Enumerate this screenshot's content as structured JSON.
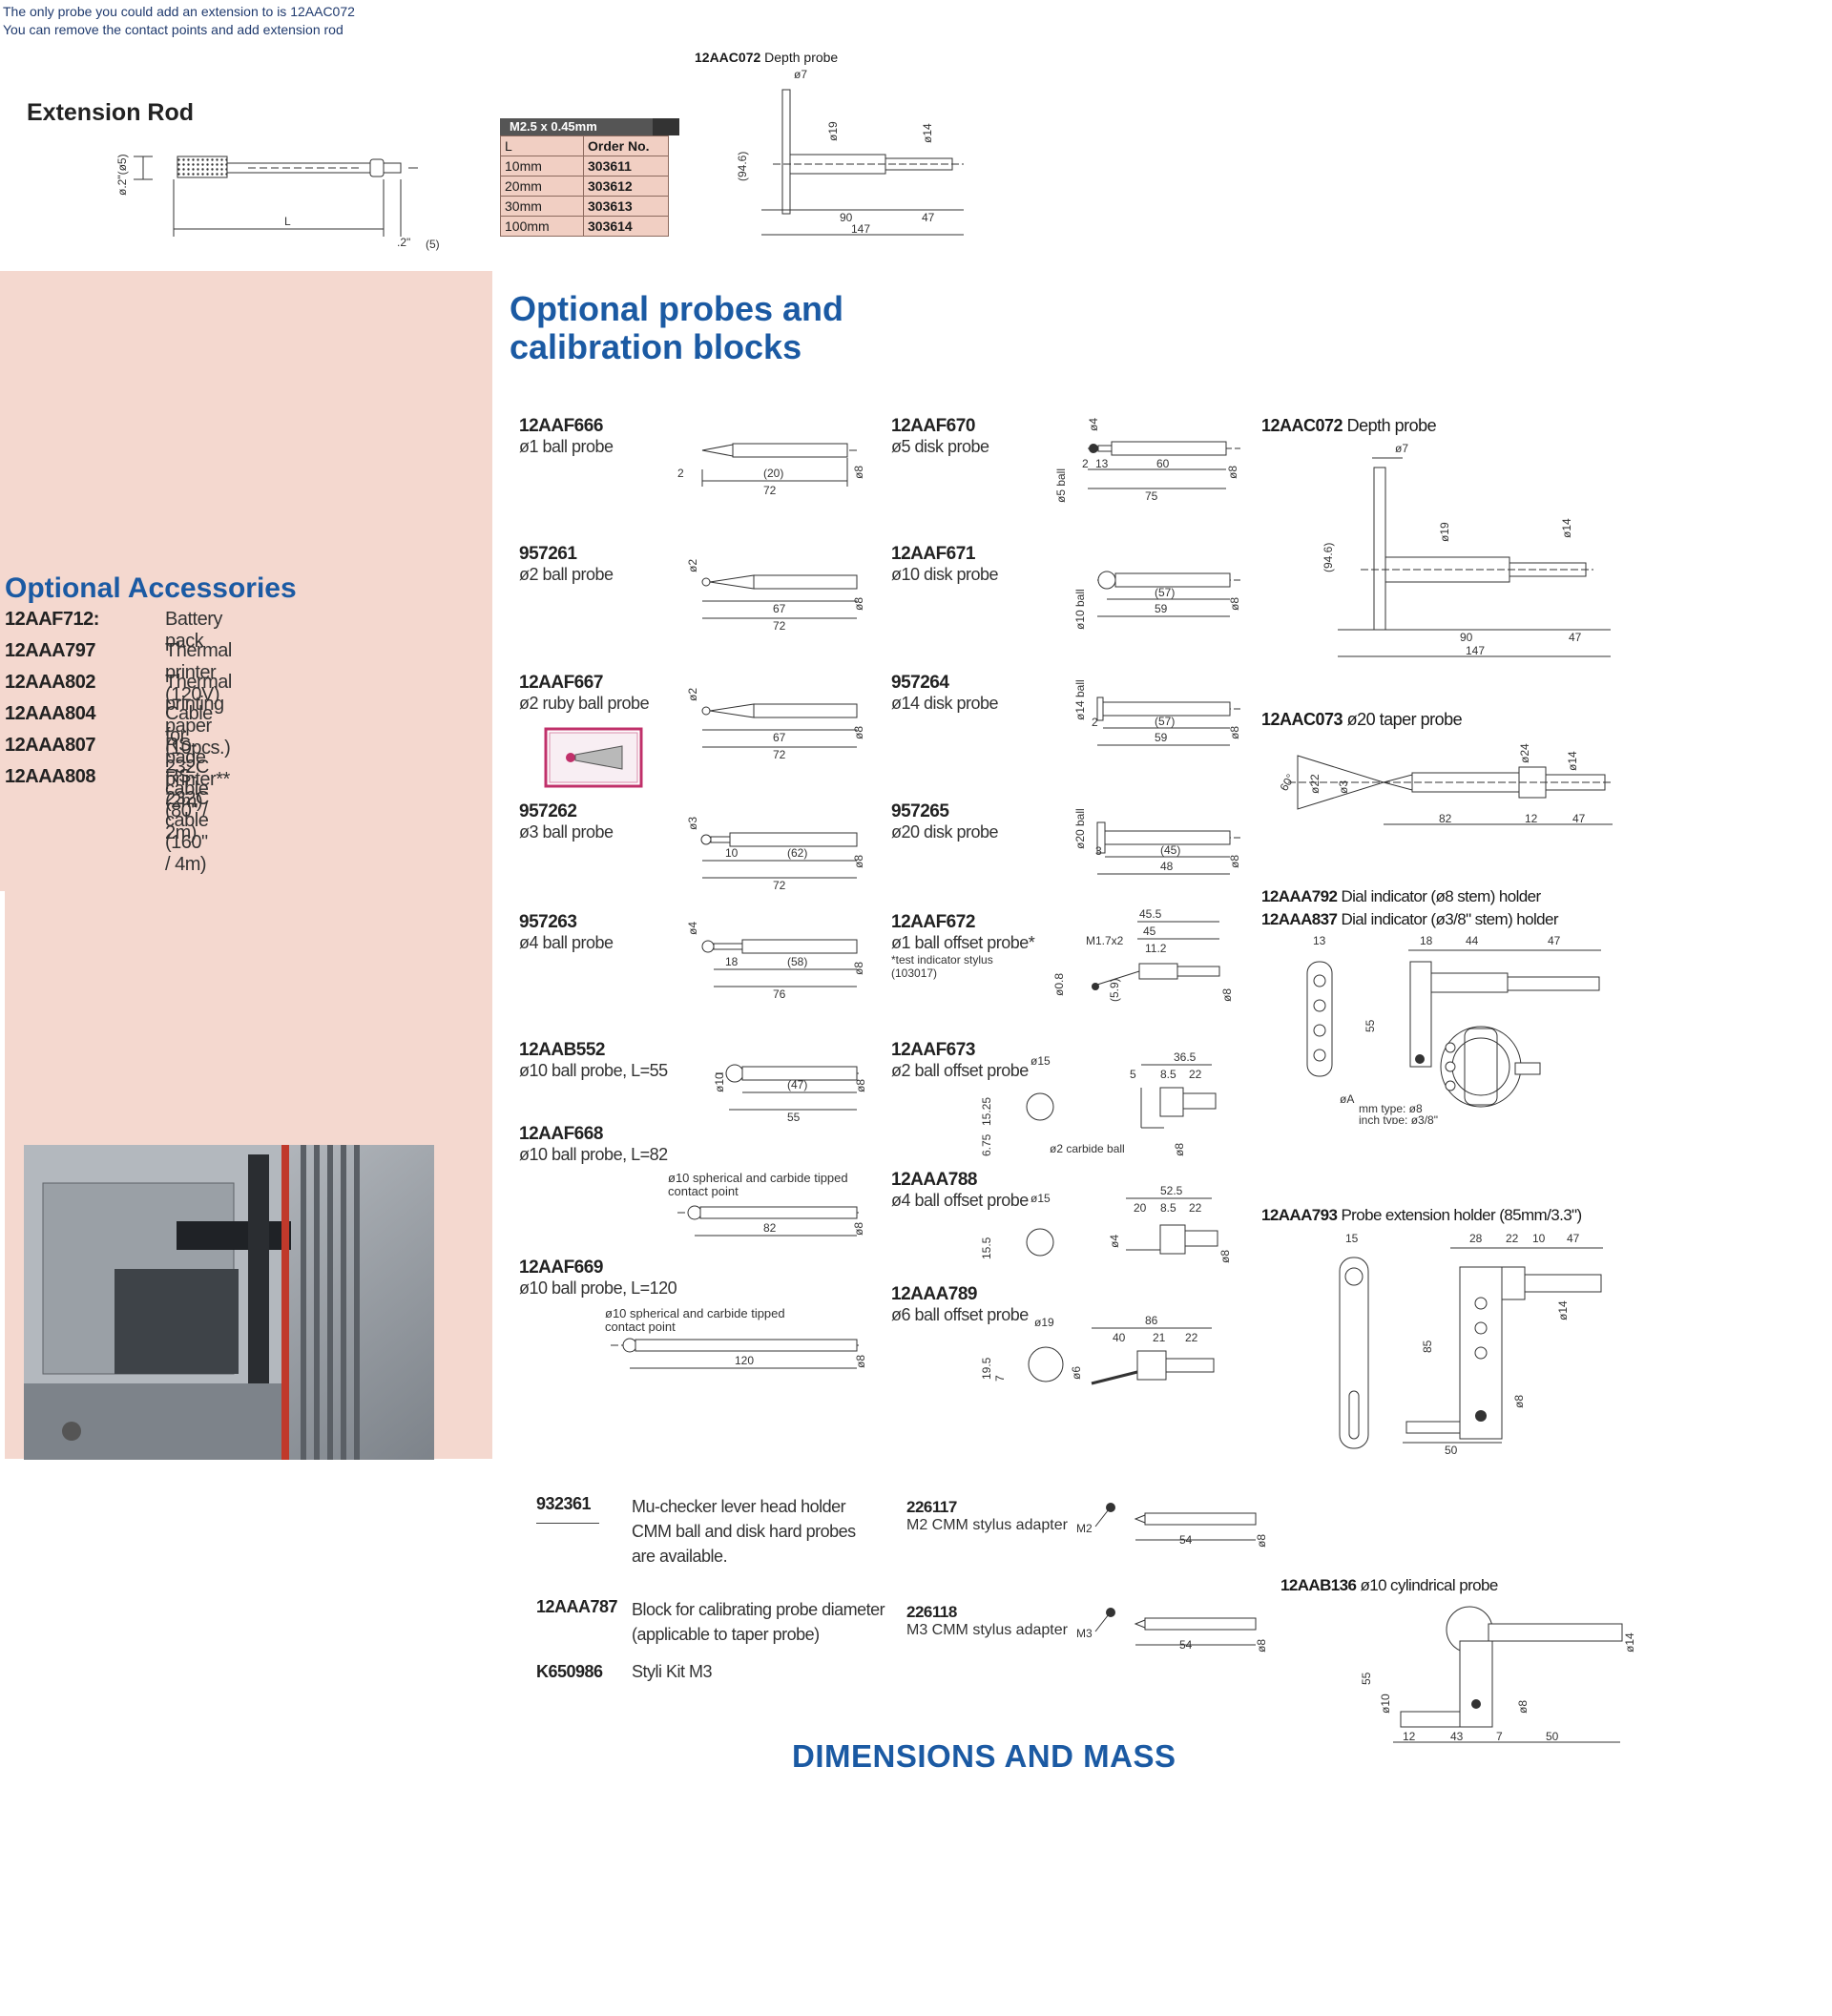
{
  "notes": {
    "line1": "The only probe you could add an extension to is 12AAC072",
    "line2": "You can remove the contact points and add extension rod"
  },
  "extension_rod": {
    "title": "Extension Rod",
    "dim_dia": "ø.2\"(ø5)",
    "dim_L": "L",
    "dim_end": ".2\"",
    "dim_end_mm": "(5)"
  },
  "order_table": {
    "thread": "M2.5 x 0.45mm",
    "headers": [
      "L",
      "Order No."
    ],
    "rows": [
      [
        "10mm",
        "303611"
      ],
      [
        "20mm",
        "303612"
      ],
      [
        "30mm",
        "303613"
      ],
      [
        "100mm",
        "303614"
      ]
    ]
  },
  "top_depth_probe": {
    "code": "12AAC072",
    "name": "Depth probe",
    "dims": [
      "ø7",
      "ø19",
      "ø14",
      "(94.6)",
      "90",
      "47",
      "147"
    ]
  },
  "accessories": {
    "title": "Optional Accessories",
    "items": [
      {
        "code": "12AAF712:",
        "desc": "Battery pack"
      },
      {
        "code": "12AAA797",
        "desc": "Thermal printer (120V)"
      },
      {
        "code": "12AAA802",
        "desc": "Thermal printing paper (10pcs.)"
      },
      {
        "code": "12AAA804",
        "desc": "Cable for page printer** (2m)"
      },
      {
        "code": "12AAA807",
        "desc": "RS-232C cable (80\" / 2m)"
      },
      {
        "code": "12AAA808",
        "desc": "RS-232C cable (160\" / 4m)"
      }
    ]
  },
  "probes": {
    "title_line1": "Optional probes and",
    "title_line2": "calibration blocks",
    "col1": [
      {
        "code": "12AAF666",
        "name": "ø1 ball probe",
        "dims": [
          "2",
          "(20)",
          "72",
          "ø8"
        ]
      },
      {
        "code": "957261",
        "name": "ø2 ball probe",
        "dims": [
          "ø2",
          "67",
          "72",
          "ø8"
        ]
      },
      {
        "code": "12AAF667",
        "name": "ø2 ruby ball probe",
        "dims": [
          "ø2",
          "67",
          "72",
          "ø8"
        ]
      },
      {
        "code": "957262",
        "name": "ø3 ball probe",
        "dims": [
          "ø3",
          "10",
          "(62)",
          "72",
          "ø8"
        ]
      },
      {
        "code": "957263",
        "name": "ø4 ball probe",
        "dims": [
          "ø4",
          "18",
          "(58)",
          "76",
          "ø8"
        ]
      },
      {
        "code": "12AAB552",
        "name": "ø10 ball probe, L=55",
        "dims": [
          "ø10",
          "(47)",
          "55",
          "ø8"
        ]
      },
      {
        "code": "12AAF668",
        "name": "ø10 ball probe, L=82",
        "note": "ø10 spherical and carbide tipped contact point",
        "dims": [
          "82",
          "ø8"
        ]
      },
      {
        "code": "12AAF669",
        "name": "ø10 ball probe, L=120",
        "note": "ø10 spherical and carbide tipped contact point",
        "dims": [
          "120",
          "ø8"
        ]
      }
    ],
    "col2": [
      {
        "code": "12AAF670",
        "name": "ø5 disk probe",
        "dims": [
          "ø4",
          "ø5 ball",
          "2",
          "13",
          "60",
          "75",
          "ø8"
        ]
      },
      {
        "code": "12AAF671",
        "name": "ø10 disk probe",
        "dims": [
          "ø10 ball",
          "(57)",
          "59",
          "ø8"
        ]
      },
      {
        "code": "957264",
        "name": "ø14 disk probe",
        "dims": [
          "ø14 ball",
          "2",
          "(57)",
          "59",
          "ø8"
        ]
      },
      {
        "code": "957265",
        "name": "ø20 disk probe",
        "dims": [
          "ø20 ball",
          "3",
          "(45)",
          "48",
          "ø8"
        ]
      },
      {
        "code": "12AAF672",
        "name": "ø1 ball offset probe*",
        "note1": "*test indicator stylus",
        "note2": "(103017)",
        "dims": [
          "45.5",
          "45",
          "11.2",
          "M1.7x2",
          "ø0.8",
          "(5.9)",
          "ø8"
        ]
      },
      {
        "code": "12AAF673",
        "name": "ø2 ball offset probe",
        "dims": [
          "ø15",
          "36.5",
          "5",
          "8.5",
          "22",
          "15.25",
          "6.75",
          "ø2 carbide ball",
          "ø8"
        ]
      },
      {
        "code": "12AAA788",
        "name": "ø4 ball offset probe",
        "dims": [
          "ø15",
          "52.5",
          "20",
          "8.5",
          "22",
          "15.5",
          "ø4",
          "ø8"
        ]
      },
      {
        "code": "12AAA789",
        "name": "ø6 ball offset probe",
        "dims": [
          "ø19",
          "86",
          "40",
          "21",
          "22",
          "19.5",
          "7",
          "ø6"
        ]
      }
    ],
    "col3": [
      {
        "code": "12AAC072",
        "name": "Depth probe",
        "dims": [
          "ø7",
          "ø19",
          "ø14",
          "(94.6)",
          "90",
          "47",
          "147"
        ]
      },
      {
        "code": "12AAC073",
        "name": "ø20 taper probe",
        "dims": [
          "60°",
          "ø22",
          "ø3",
          "ø24",
          "ø14",
          "82",
          "12",
          "47"
        ]
      },
      {
        "code": "12AAA792",
        "name": "Dial indicator (ø8 stem) holder"
      },
      {
        "code": "12AAA837",
        "name": "Dial indicator (ø3/8\" stem) holder",
        "dims": [
          "13",
          "18",
          "44",
          "47",
          "55",
          "øA",
          "mm type: ø8",
          "inch type: ø3/8\""
        ]
      },
      {
        "code": "12AAA793",
        "name": "Probe extension holder (85mm/3.3\")",
        "dims": [
          "15",
          "28",
          "22",
          "10",
          "47",
          "85",
          "50",
          "ø14",
          "ø8"
        ]
      }
    ]
  },
  "bottom": {
    "items": [
      {
        "code": "932361",
        "desc1": "Mu-checker lever head holder",
        "desc2": "CMM ball and disk hard probes",
        "desc3": "are available."
      },
      {
        "code": "12AAA787",
        "desc1": "Block for calibrating probe diameter",
        "desc2": "(applicable to taper probe)"
      },
      {
        "code": "K650986",
        "desc1": "Styli Kit M3"
      }
    ],
    "adapters": [
      {
        "code": "226117",
        "name": "M2 CMM stylus adapter",
        "thread": "M2",
        "dims": [
          "54",
          "ø8"
        ]
      },
      {
        "code": "226118",
        "name": "M3 CMM stylus adapter",
        "thread": "M3",
        "dims": [
          "54",
          "ø8"
        ]
      }
    ],
    "cyl": {
      "code": "12AAB136",
      "name": "ø10 cylindrical probe",
      "dims": [
        "55",
        "ø10",
        "ø8",
        "ø14",
        "12",
        "43",
        "7",
        "50"
      ]
    },
    "footer": "DIMENSIONS AND MASS"
  },
  "colors": {
    "accent_blue": "#1b5aa3",
    "pink_panel": "#f4d8cf",
    "ruby": "#c0306a"
  }
}
